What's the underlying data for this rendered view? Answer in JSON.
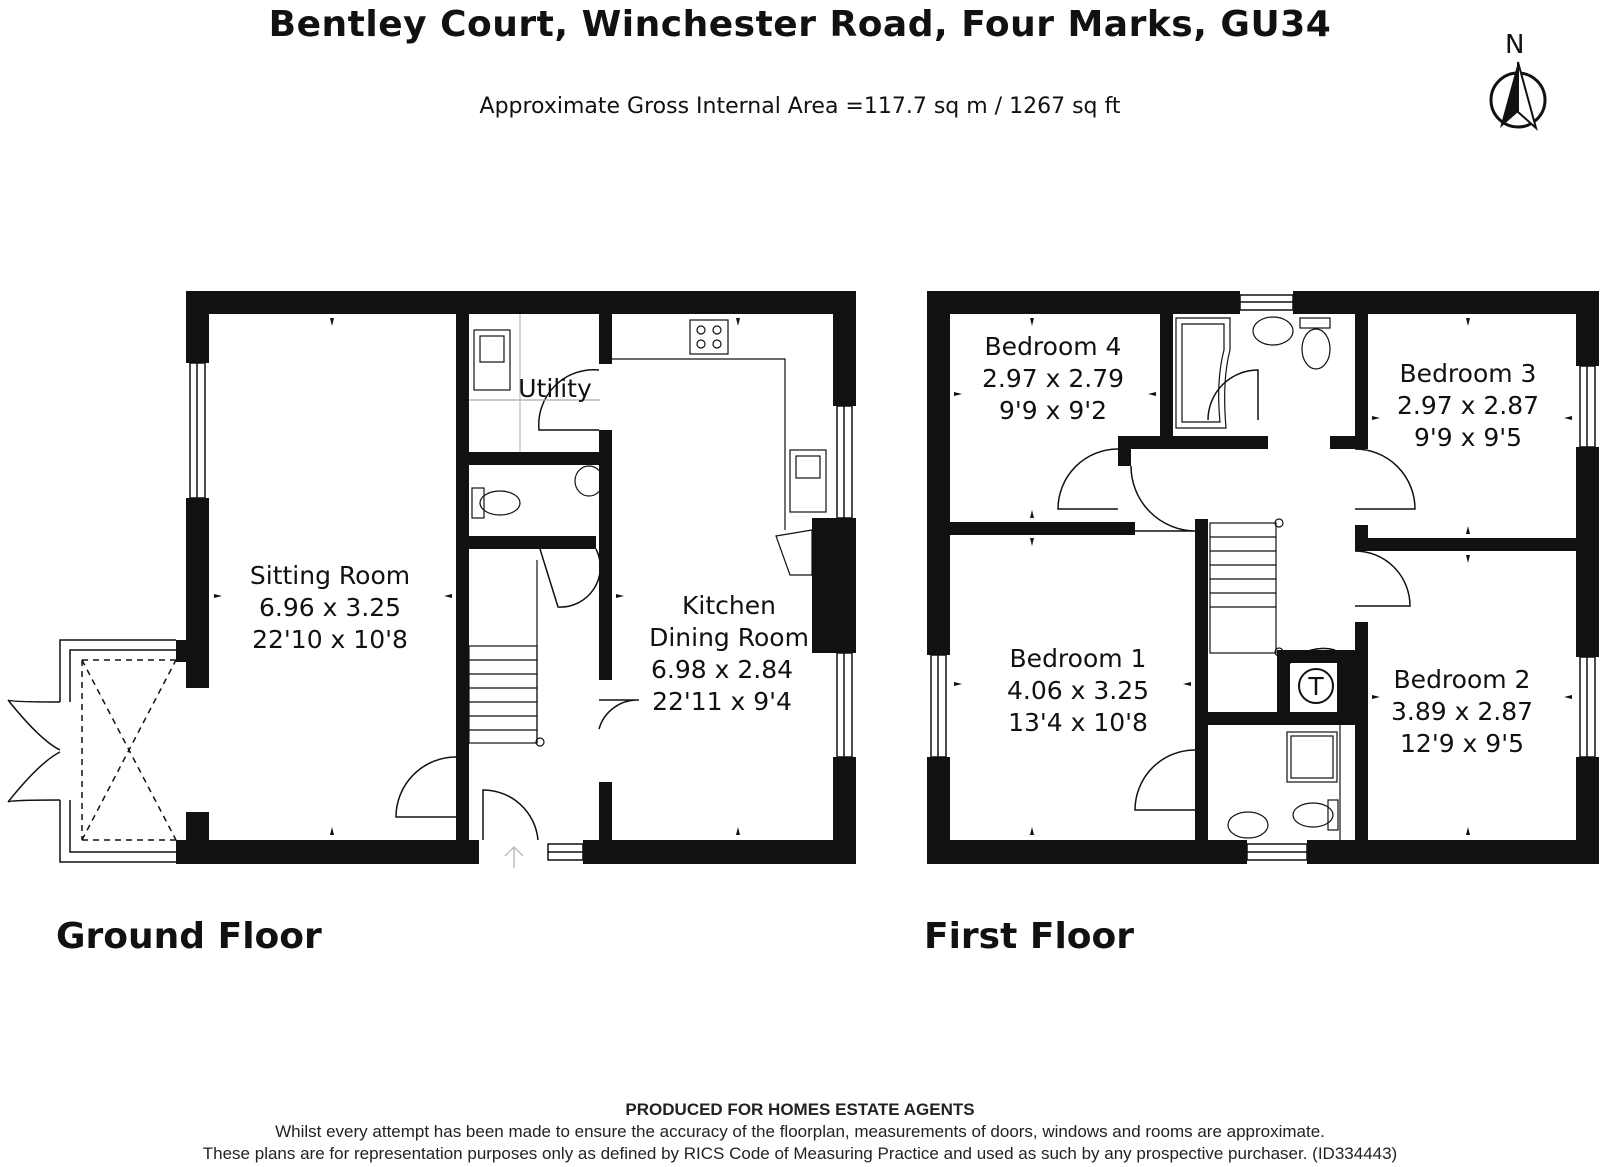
{
  "header": {
    "title": "Bentley Court, Winchester Road, Four Marks, GU34",
    "area": "Approximate Gross Internal Area =117.7 sq m / 1267 sq ft"
  },
  "compass": {
    "label": "N"
  },
  "ground_floor": {
    "label": "Ground Floor",
    "rooms": {
      "sitting": {
        "name": "Sitting Room",
        "metric": "6.96 x 3.25",
        "imperial": "22'10 x 10'8"
      },
      "utility": {
        "name": "Utility"
      },
      "kitchen": {
        "name1": "Kitchen",
        "name2": "Dining Room",
        "metric": "6.98 x 2.84",
        "imperial": "22'11 x 9'4"
      }
    }
  },
  "first_floor": {
    "label": "First Floor",
    "rooms": {
      "bed4": {
        "name": "Bedroom 4",
        "metric": "2.97 x 2.79",
        "imperial": "9'9 x 9'2"
      },
      "bed3": {
        "name": "Bedroom 3",
        "metric": "2.97 x 2.87",
        "imperial": "9'9 x 9'5"
      },
      "bed1": {
        "name": "Bedroom 1",
        "metric": "4.06 x 3.25",
        "imperial": "13'4 x 10'8"
      },
      "bed2": {
        "name": "Bedroom 2",
        "metric": "3.89 x 2.87",
        "imperial": "12'9 x 9'5"
      },
      "cupboard": {
        "name": "T"
      }
    }
  },
  "footer": {
    "produced": "PRODUCED FOR HOMES ESTATE AGENTS",
    "line1": "Whilst every attempt has been made to ensure the accuracy of the floorplan, measurements of doors, windows and rooms are approximate.",
    "line2": "These plans are for representation purposes only as defined by RICS Code of Measuring Practice and used as such by any prospective purchaser. (ID334443)"
  }
}
